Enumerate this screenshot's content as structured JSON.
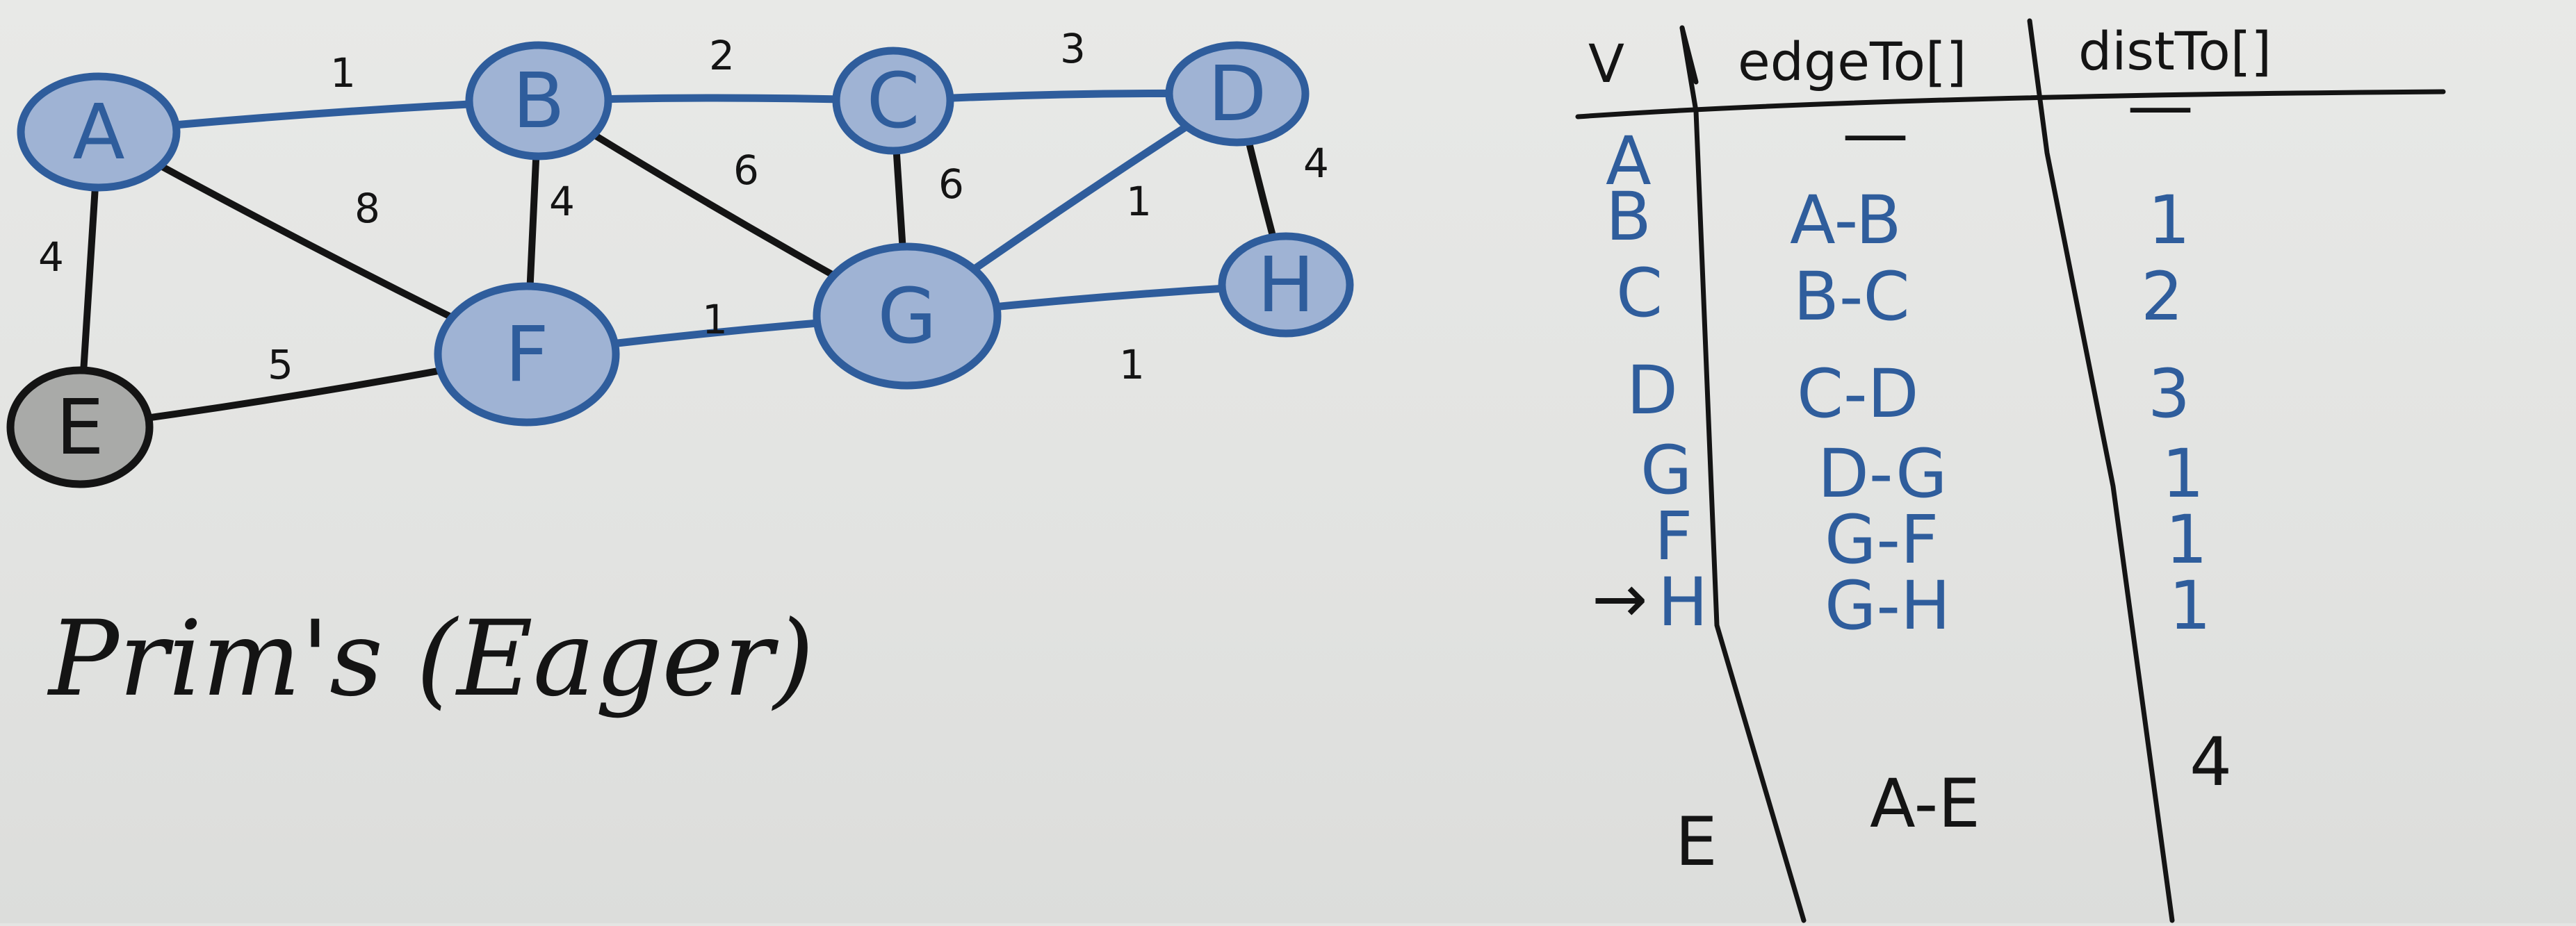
{
  "graph": {
    "nodes": [
      {
        "id": "A",
        "label": "A",
        "in_tree": true
      },
      {
        "id": "B",
        "label": "B",
        "in_tree": true
      },
      {
        "id": "C",
        "label": "C",
        "in_tree": true
      },
      {
        "id": "D",
        "label": "D",
        "in_tree": true
      },
      {
        "id": "E",
        "label": "E",
        "in_tree": false
      },
      {
        "id": "F",
        "label": "F",
        "in_tree": true
      },
      {
        "id": "G",
        "label": "G",
        "in_tree": true
      },
      {
        "id": "H",
        "label": "H",
        "in_tree": true
      }
    ],
    "edges": [
      {
        "from": "A",
        "to": "B",
        "weight": "1",
        "in_tree": true
      },
      {
        "from": "B",
        "to": "C",
        "weight": "2",
        "in_tree": true
      },
      {
        "from": "C",
        "to": "D",
        "weight": "3",
        "in_tree": true
      },
      {
        "from": "A",
        "to": "E",
        "weight": "4",
        "in_tree": false
      },
      {
        "from": "A",
        "to": "F",
        "weight": "8",
        "in_tree": false
      },
      {
        "from": "B",
        "to": "F",
        "weight": "4",
        "in_tree": false
      },
      {
        "from": "B",
        "to": "G",
        "weight": "6",
        "in_tree": false
      },
      {
        "from": "C",
        "to": "G",
        "weight": "6",
        "in_tree": false
      },
      {
        "from": "D",
        "to": "G",
        "weight": "1",
        "in_tree": true
      },
      {
        "from": "D",
        "to": "H",
        "weight": "4",
        "in_tree": false
      },
      {
        "from": "E",
        "to": "F",
        "weight": "5",
        "in_tree": false
      },
      {
        "from": "F",
        "to": "G",
        "weight": "1",
        "in_tree": true
      },
      {
        "from": "G",
        "to": "H",
        "weight": "1",
        "in_tree": true
      }
    ]
  },
  "title": "Prim's (Eager)",
  "table": {
    "headers": {
      "v": "V",
      "edge_to": "edgeTo[]",
      "dist_to": "distTo[]"
    },
    "rows": [
      {
        "v": "A",
        "edge_to": "—",
        "dist_to": "—"
      },
      {
        "v": "B",
        "edge_to": "A-B",
        "dist_to": "1"
      },
      {
        "v": "C",
        "edge_to": "B-C",
        "dist_to": "2"
      },
      {
        "v": "D",
        "edge_to": "C-D",
        "dist_to": "3"
      },
      {
        "v": "G",
        "edge_to": "D-G",
        "dist_to": "1"
      },
      {
        "v": "F",
        "edge_to": "G-F",
        "dist_to": "1"
      },
      {
        "v": "H",
        "edge_to": "G-H",
        "dist_to": "1",
        "marker": "→"
      }
    ],
    "pending_row": {
      "v": "E",
      "edge_to": "A-E",
      "dist_to": "4"
    }
  },
  "colors": {
    "tree": "#2f5d9c",
    "non_tree": "#141414",
    "board": "#e4e5e3"
  }
}
